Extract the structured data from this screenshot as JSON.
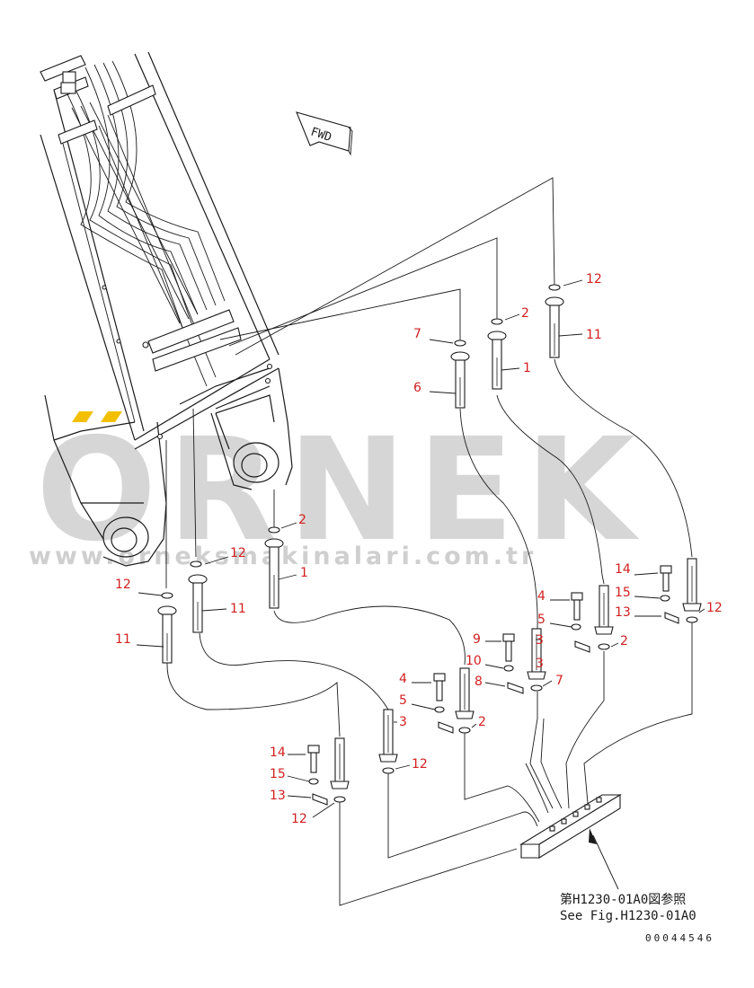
{
  "watermark": {
    "brand": "ORNEK",
    "url": "www.orneksmakinalari.com.tr",
    "accent_color": "#f2c000"
  },
  "direction_label": "FWD",
  "reference": {
    "line_jp": "第H1230-01A0図参照",
    "line_en": "See Fig.H1230-01A0"
  },
  "drawing_code": "00044546",
  "callouts": [
    {
      "id": "c1",
      "label": "12"
    },
    {
      "id": "c2",
      "label": "11"
    },
    {
      "id": "c3",
      "label": "2"
    },
    {
      "id": "c4",
      "label": "1"
    },
    {
      "id": "c5",
      "label": "7"
    },
    {
      "id": "c6",
      "label": "6"
    },
    {
      "id": "c7",
      "label": "2"
    },
    {
      "id": "c8",
      "label": "12"
    },
    {
      "id": "c9",
      "label": "1"
    },
    {
      "id": "c10",
      "label": "12"
    },
    {
      "id": "c11",
      "label": "11"
    },
    {
      "id": "c12",
      "label": "11"
    },
    {
      "id": "c13",
      "label": "14"
    },
    {
      "id": "c14",
      "label": "15"
    },
    {
      "id": "c15",
      "label": "13"
    },
    {
      "id": "c16",
      "label": "12"
    },
    {
      "id": "c17",
      "label": "4"
    },
    {
      "id": "c18",
      "label": "5"
    },
    {
      "id": "c19",
      "label": "3"
    },
    {
      "id": "c20",
      "label": "2"
    },
    {
      "id": "c21",
      "label": "9"
    },
    {
      "id": "c22",
      "label": "10"
    },
    {
      "id": "c23",
      "label": "3"
    },
    {
      "id": "c24",
      "label": "8"
    },
    {
      "id": "c25",
      "label": "7"
    },
    {
      "id": "c26",
      "label": "4"
    },
    {
      "id": "c27",
      "label": "5"
    },
    {
      "id": "c28",
      "label": "3"
    },
    {
      "id": "c29",
      "label": "2"
    },
    {
      "id": "c30",
      "label": "12"
    },
    {
      "id": "c31",
      "label": "14"
    },
    {
      "id": "c32",
      "label": "15"
    },
    {
      "id": "c33",
      "label": "13"
    },
    {
      "id": "c34",
      "label": "12"
    }
  ]
}
